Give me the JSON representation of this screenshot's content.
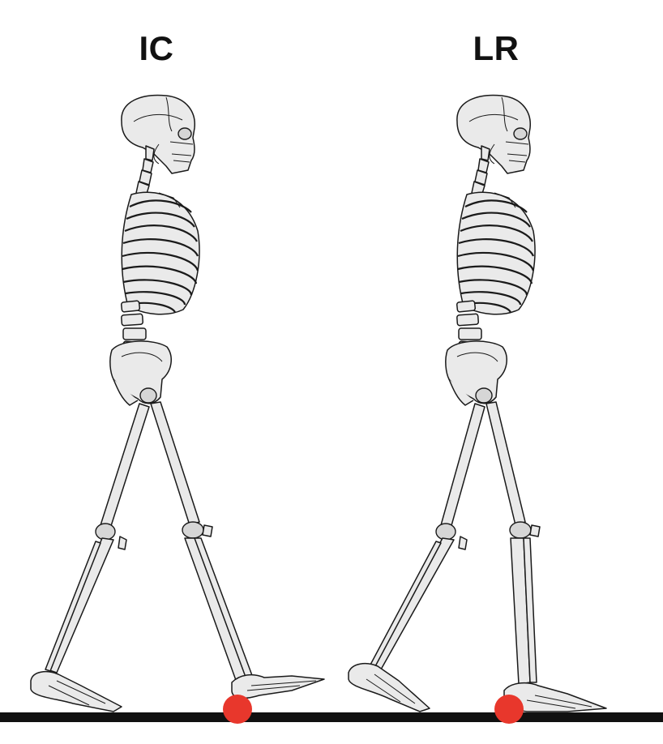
{
  "phases": [
    {
      "id": "ic",
      "label": "IC"
    },
    {
      "id": "lr",
      "label": "LR"
    }
  ],
  "colors": {
    "ground": "#111111",
    "contact_marker": "#e8372c",
    "bone_fill": "#eaeaea",
    "outline": "#1a1a1a"
  }
}
